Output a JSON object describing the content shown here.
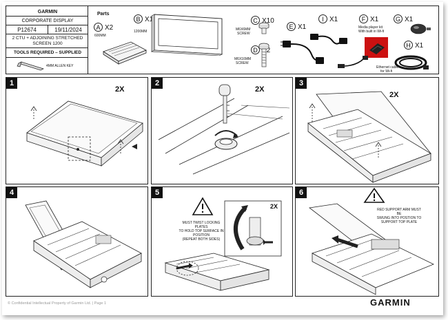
{
  "header": {
    "brand": "GARMIN",
    "doc_name": "CORPORATE DISPLAY",
    "part_no": "P12674",
    "date": "19/11/2024",
    "desc_line1": "2 CTU + ADJOINING STRETCHED",
    "desc_line2": "SCREEN 1200"
  },
  "tools": {
    "title": "TOOLS REQUIRED – SUPPLIED",
    "item": "4MM ALLEN KEY"
  },
  "parts": {
    "title": "Parts",
    "items": [
      {
        "letter": "A",
        "qty": "X2",
        "caption": "600MM"
      },
      {
        "letter": "B",
        "qty": "X1",
        "caption": "1200MM"
      },
      {
        "letter": "C",
        "qty": "X10",
        "caption_line1": "M6X6MM",
        "caption_line2": "SCREW"
      },
      {
        "letter": "D",
        "qty": "X2",
        "caption_line1": "M6X16MM",
        "caption_line2": "SCREW"
      },
      {
        "letter": "E",
        "qty": "X1"
      },
      {
        "letter": "I",
        "qty": "X1"
      },
      {
        "letter": "F",
        "qty": "X1",
        "caption_line1": "Media player kit",
        "caption_line2": "With built in Wi-fi"
      },
      {
        "letter": "G",
        "qty": "X1"
      },
      {
        "letter": "H",
        "qty": "X1",
        "caption_line1": "Ethernet cable",
        "caption_line2": "for Wi-fi"
      }
    ]
  },
  "steps": [
    {
      "number": "1",
      "multiplier": "2X"
    },
    {
      "number": "2",
      "multiplier": "2X"
    },
    {
      "number": "3",
      "multiplier": "2X"
    },
    {
      "number": "4"
    },
    {
      "number": "5",
      "multiplier": "2X",
      "warning_lines": [
        "MUST TWIST LOCKING",
        "PLATES",
        "TO HOLD TOP SURFACE IN",
        "POSITION",
        "(REPEAT BOTH SIDES)"
      ]
    },
    {
      "number": "6",
      "warning_lines": [
        "RED SUPPORT ARM MUST",
        "BE",
        "SWUNG INTO POSTION TO",
        "SUPPORT TOP PLATE"
      ]
    }
  ],
  "footer": {
    "confidential": "© Confidential Intellectual Property of Garmin Ltd. | Page 1",
    "logo": "GARMIN"
  },
  "colors": {
    "border": "#222222",
    "accent_red": "#cc1111",
    "footer_text": "#999999"
  }
}
